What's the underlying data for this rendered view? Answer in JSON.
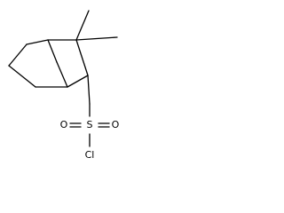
{
  "molecule": {
    "atom_labels": {
      "sulfur": "S",
      "oxygen_left": "O",
      "oxygen_right": "O",
      "chlorine": "Cl"
    },
    "colors": {
      "bond": "#000000",
      "label": "#000000",
      "background": "#ffffff"
    }
  }
}
